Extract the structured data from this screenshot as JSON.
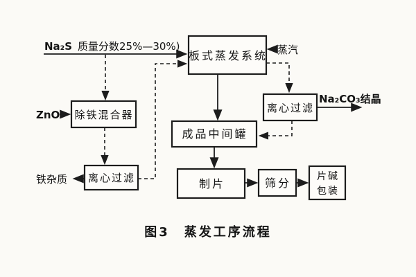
{
  "figure": {
    "caption": "图3　蒸发工序流程",
    "type": "process-flow-diagram",
    "colors": {
      "ink": "#1c1c1c",
      "paper": "#fbfaf6"
    }
  },
  "nodes": {
    "evaporator": "板式蒸发系统",
    "mixer": "除铁混合器",
    "centrifuge_left": "离心过滤",
    "centrifuge_right": "离心过滤",
    "product_tank": "成品中间罐",
    "flaker": "制片",
    "sieve": "筛分",
    "packaging_top": "片碱",
    "packaging_bottom": "包装"
  },
  "labels": {
    "feed_name": "Na₂S",
    "feed_spec": "质量分数25%—30%)",
    "steam": "蒸汽",
    "product_crystal": "Na₂CO₃结晶",
    "zno": "ZnO",
    "iron_impurities": "铁杂质"
  },
  "edges": [
    {
      "from": "Na₂S feed",
      "to": "板式蒸发系统",
      "style": "solid"
    },
    {
      "from": "Na₂S feed",
      "to": "除铁混合器",
      "style": "dashed"
    },
    {
      "from": "ZnO",
      "to": "除铁混合器",
      "style": "solid"
    },
    {
      "from": "除铁混合器",
      "to": "离心过滤(left)",
      "style": "dashed"
    },
    {
      "from": "离心过滤(left)",
      "to": "铁杂质",
      "style": "solid"
    },
    {
      "from": "离心过滤(left)",
      "to": "板式蒸发系统",
      "style": "dashed"
    },
    {
      "from": "蒸汽",
      "to": "板式蒸发系统",
      "style": "solid"
    },
    {
      "from": "板式蒸发系统",
      "to": "成品中间罐",
      "style": "solid"
    },
    {
      "from": "板式蒸发系统",
      "to": "离心过滤(right)",
      "style": "dashed"
    },
    {
      "from": "离心过滤(right)",
      "to": "Na₂CO₃结晶",
      "style": "solid"
    },
    {
      "from": "离心过滤(right)",
      "to": "成品中间罐",
      "style": "dashed"
    },
    {
      "from": "成品中间罐",
      "to": "制片",
      "style": "solid"
    },
    {
      "from": "制片",
      "to": "筛分",
      "style": "solid"
    },
    {
      "from": "筛分",
      "to": "片碱包装",
      "style": "solid"
    }
  ]
}
